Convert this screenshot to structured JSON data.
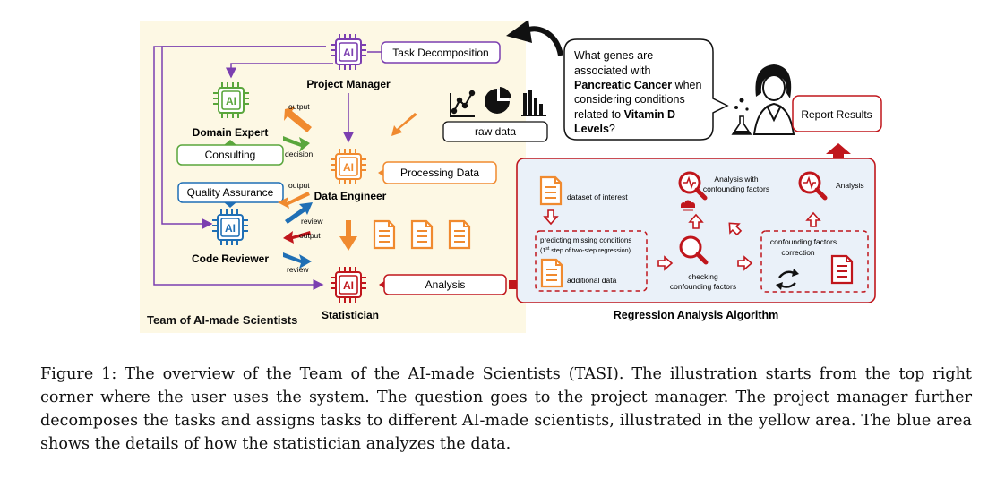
{
  "team_area": {
    "title": "Team of AI-made Scientists",
    "chip_label": "AI",
    "project_manager": "Project Manager",
    "domain_expert": "Domain Expert",
    "data_engineer": "Data Engineer",
    "code_reviewer": "Code Reviewer",
    "statistician": "Statistician"
  },
  "tasks": {
    "task_decomposition": "Task Decomposition",
    "consulting": "Consulting",
    "quality_assurance": "Quality Assurance",
    "processing_data": "Processing Data",
    "analysis": "Analysis",
    "raw_data": "raw data",
    "report_results": "Report Results"
  },
  "edge_labels": {
    "output": "output",
    "decision": "decision",
    "review": "review"
  },
  "question": {
    "line1": "What genes are",
    "line2": "associated with",
    "line3_bold": "Pancreatic Cancer",
    "line3_rest": " when",
    "line4": "considering conditions",
    "line5_pre": "related to ",
    "line5_bold": "Vitamin D",
    "line6_bold": "Levels",
    "line6_rest": "?"
  },
  "algorithm": {
    "title": "Regression Analysis Algorithm",
    "dataset": "dataset of interest",
    "predicting_line1": "predicting missing conditions",
    "predicting_line2_pre": "(1",
    "predicting_line2_sup": "st",
    "predicting_line2_post": " step of two-step regression)",
    "additional_data": "additional data",
    "checking_line1": "checking",
    "checking_line2": "confounding factors",
    "analysis_conf_line1": "Analysis with",
    "analysis_conf_line2": "confounding factors",
    "analysis": "Analysis",
    "correction_line1": "confounding factors",
    "correction_line2": "correction"
  },
  "colors": {
    "yellow_area": "#fdf8e4",
    "blue_area": "#eaf1f9",
    "purple": "#7b3fb0",
    "green": "#5aa63c",
    "orange": "#f08a2f",
    "blue": "#1f6fb5",
    "red": "#c0161c"
  },
  "caption": "Figure 1: The overview of the Team of the AI-made Scientists (TASI). The illustration starts from the top right corner where the user uses the system. The question goes to the project manager. The project manager further decomposes the tasks and assigns tasks to different AI-made scientists, illustrated in the yellow area. The blue area shows the details of how the statistician analyzes the data."
}
